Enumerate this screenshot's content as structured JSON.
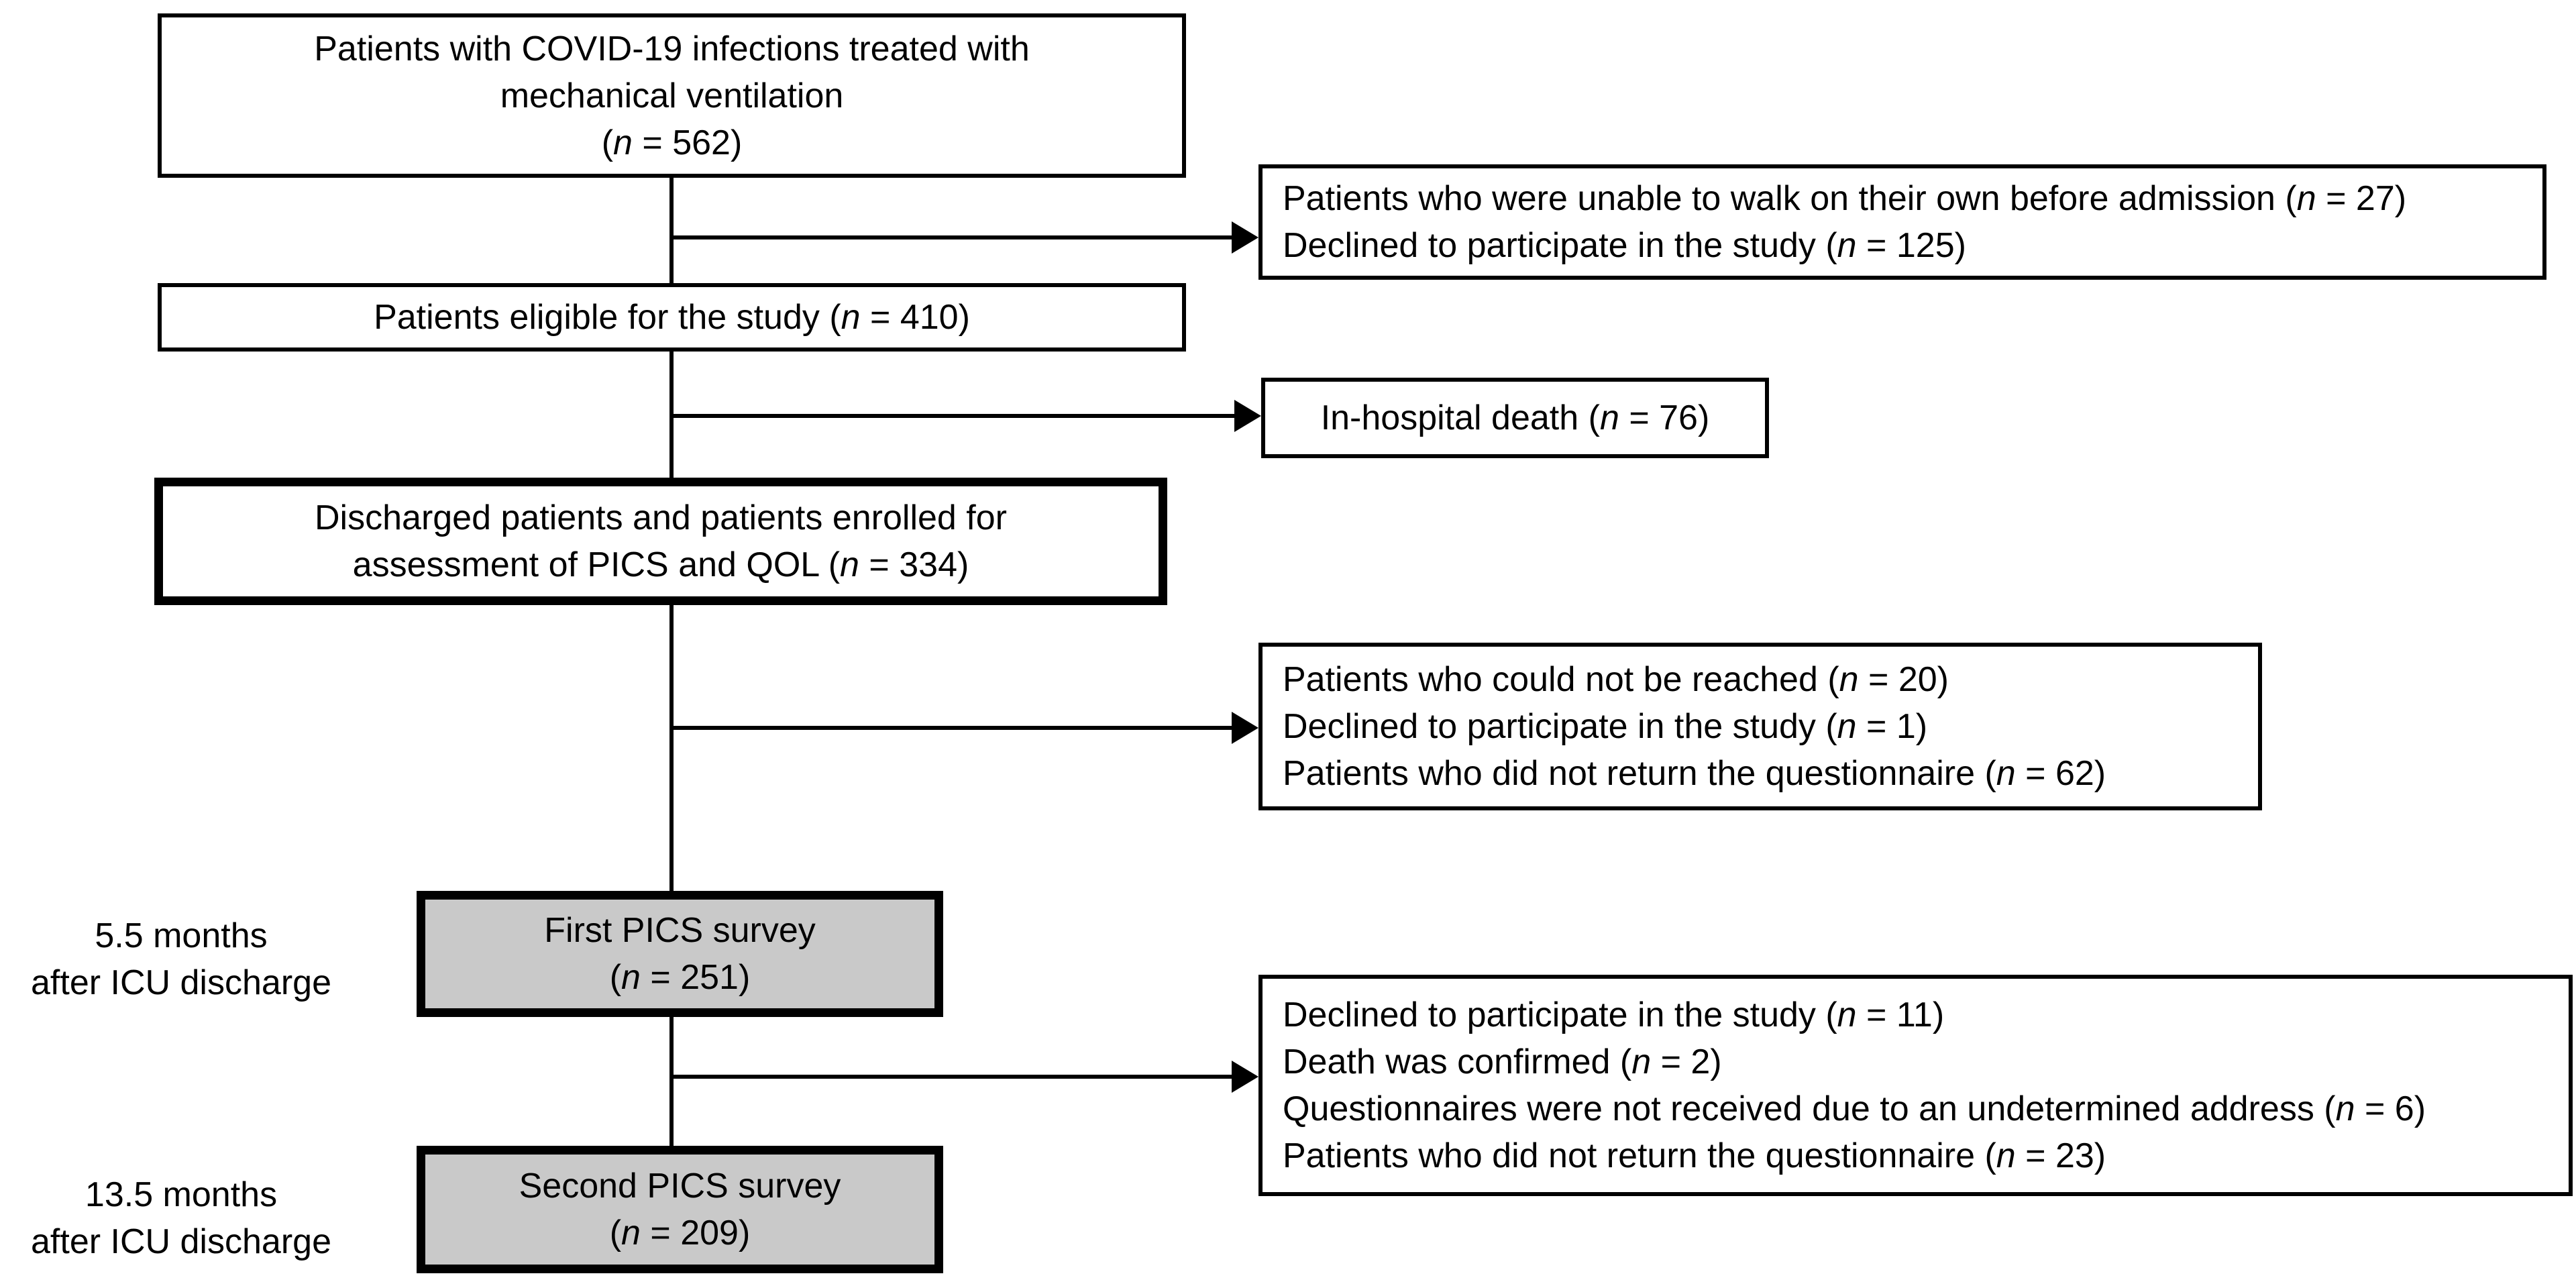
{
  "figure": {
    "type": "patient-flow-diagram",
    "background": "#ffffff",
    "colors": {
      "background": "#ffffff",
      "border": "#000000",
      "text": "#000000",
      "connector": "#000000",
      "survey_box_fill": "#c9c9c9"
    },
    "main_flow": [
      {
        "name": "screened",
        "lines": [
          "Patients with COVID-19 infections treated with",
          "mechanical ventilation",
          "(n = 562)"
        ]
      },
      {
        "name": "eligible",
        "lines": [
          "Patients eligible for the study (n = 410)"
        ]
      },
      {
        "name": "discharged_enrolled",
        "emphasis": "thick-border",
        "lines": [
          "Discharged patients and patients enrolled for",
          "assessment of PICS and QOL (n = 334)"
        ]
      },
      {
        "name": "first_pics_survey",
        "emphasis": "thick-border-gray-fill",
        "lines": [
          "First PICS survey",
          "(n = 251)"
        ]
      },
      {
        "name": "second_pics_survey",
        "emphasis": "thick-border-gray-fill",
        "lines": [
          "Second PICS survey",
          "(n = 209)"
        ]
      }
    ],
    "exclusions": [
      {
        "name": "excluded_before_eligibility",
        "lines": [
          "Patients who were unable to walk on their own before admission (n = 27)",
          "Declined to participate in the study (n = 125)"
        ]
      },
      {
        "name": "in_hospital_death",
        "lines": [
          "In-hospital death (n = 76)"
        ]
      },
      {
        "name": "excluded_before_first_survey",
        "lines": [
          "Patients who could not be reached (n = 20)",
          "Declined to participate in the study (n = 1)",
          "Patients who did not return the questionnaire (n = 62)"
        ]
      },
      {
        "name": "excluded_before_second_survey",
        "lines": [
          "Declined to participate in the study (n = 11)",
          "Death was confirmed (n = 2)",
          "Questionnaires were not received due to an undetermined address (n = 6)",
          "Patients who did not return the questionnaire (n = 23)"
        ]
      }
    ],
    "timeline_labels": [
      {
        "lines": [
          "5.5 months",
          "after ICU discharge"
        ]
      },
      {
        "lines": [
          "13.5 months",
          "after ICU discharge"
        ]
      }
    ]
  }
}
